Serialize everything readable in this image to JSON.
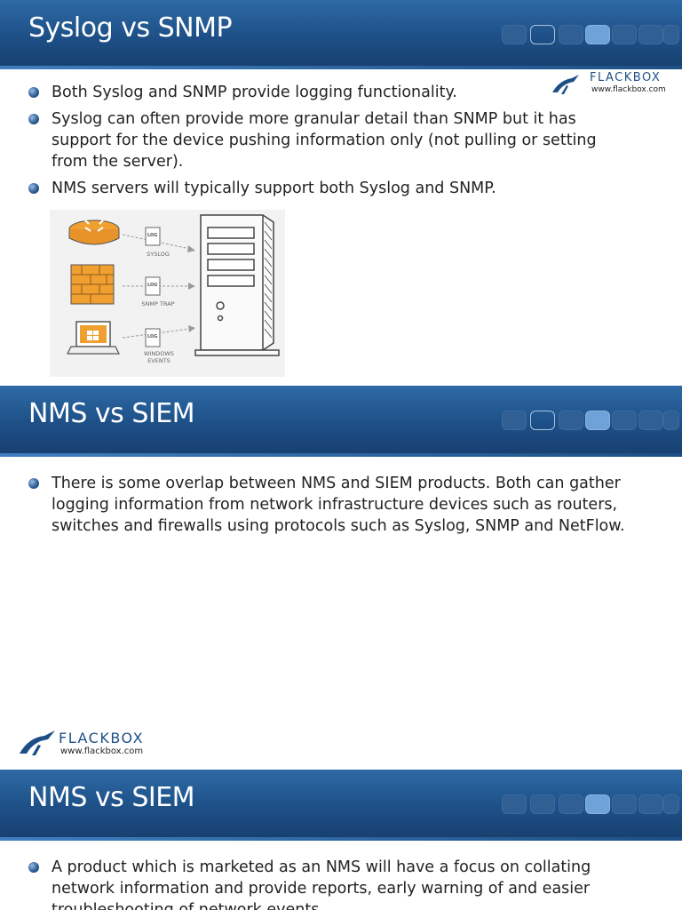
{
  "slides": [
    {
      "title": "Syslog vs SNMP",
      "bullets": [
        "Both Syslog and SNMP provide logging functionality.",
        "Syslog can often provide more granular detail than SNMP but it has support for the device pushing information only (not pulling or setting from the server).",
        "NMS servers will typically support both Syslog and SNMP."
      ],
      "logo": {
        "brand": "FLACKBOX",
        "url": "www.flackbox.com"
      },
      "diagram": {
        "labels": [
          "SYSLOG",
          "SNMP TRAP",
          "WINDOWS EVENTS"
        ],
        "file_tag": "LOG"
      }
    },
    {
      "title": "NMS vs SIEM",
      "bullets": [
        "There is some overlap between NMS and SIEM products. Both can gather logging information from network infrastructure devices such as routers, switches and firewalls using protocols such as Syslog, SNMP and NetFlow."
      ],
      "logo": {
        "brand": "FLACKBOX",
        "url": "www.flackbox.com"
      }
    },
    {
      "title": "NMS vs SIEM",
      "bullets": [
        "A product which is marketed as an NMS will have a focus on collating network information and provide reports, early warning of and easier troubleshooting of network events."
      ]
    }
  ],
  "colors": {
    "title_bar": "#1d4f86",
    "brand": "#1d4f86",
    "text": "#222222"
  }
}
